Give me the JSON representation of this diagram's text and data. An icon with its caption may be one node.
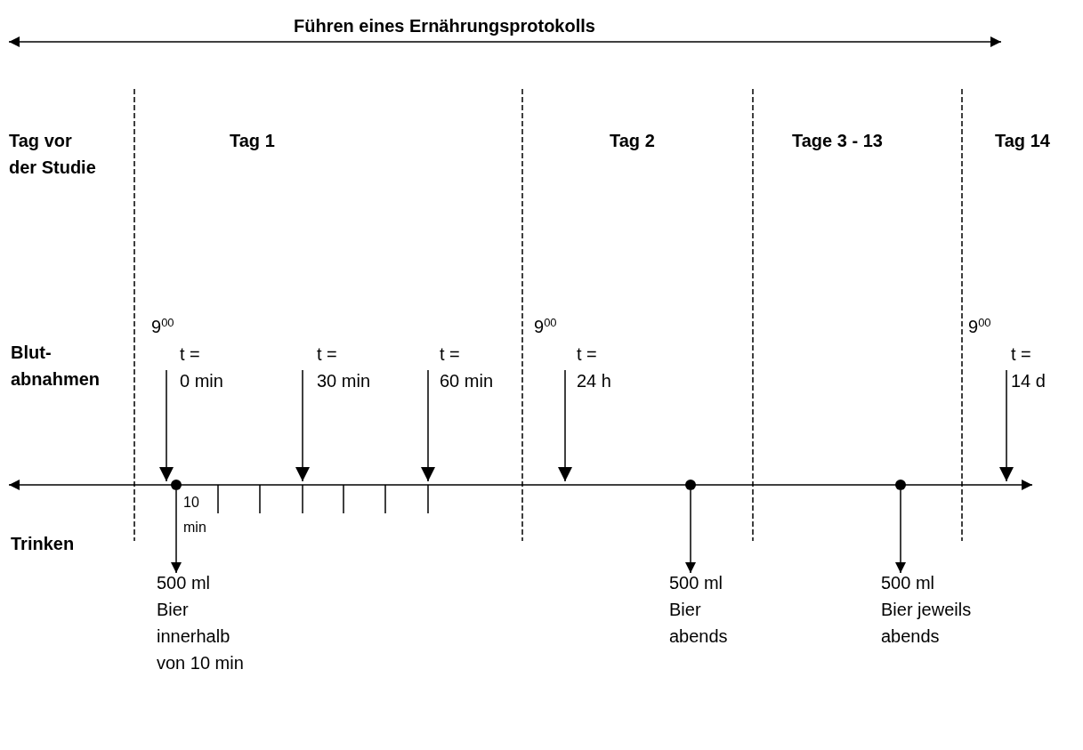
{
  "diagram": {
    "title": "Führen eines Ernährungsprotokolls",
    "nodes": [
      {
        "text": [],
        "shape": "circle"
      },
      {
        "text": [
          "500 ml Bier innerhalb von 10 min"
        ]
      },
      {
        "text": [],
        "shape": "circle"
      },
      {
        "text": [
          "500 ml Bier abends"
        ]
      },
      {
        "text": [],
        "shape": "circle"
      },
      {
        "text": [
          "500 ml Bier jeweils abends"
        ]
      }
    ],
    "edges": [
      {
        "from": 0,
        "to": 1,
        "arrow": "to"
      },
      {
        "from": 2,
        "to": 3,
        "arrow": "to"
      },
      {
        "from": 4,
        "to": 5,
        "arrow": "to"
      }
    ],
    "labels": [
      "Tag vor der Studie",
      "Tag 1",
      "Tag 2",
      "Tage 3 - 13",
      "Tag 14",
      "9$^{00}$",
      "Blut- abnahmen",
      "t = 0 min",
      "t = 30 min",
      "t = 60 min",
      "9$^{00}$",
      "t = 24 h",
      "9$^{00}$",
      "t = 14 d",
      "10 min",
      "Trinken"
    ]
  }
}
